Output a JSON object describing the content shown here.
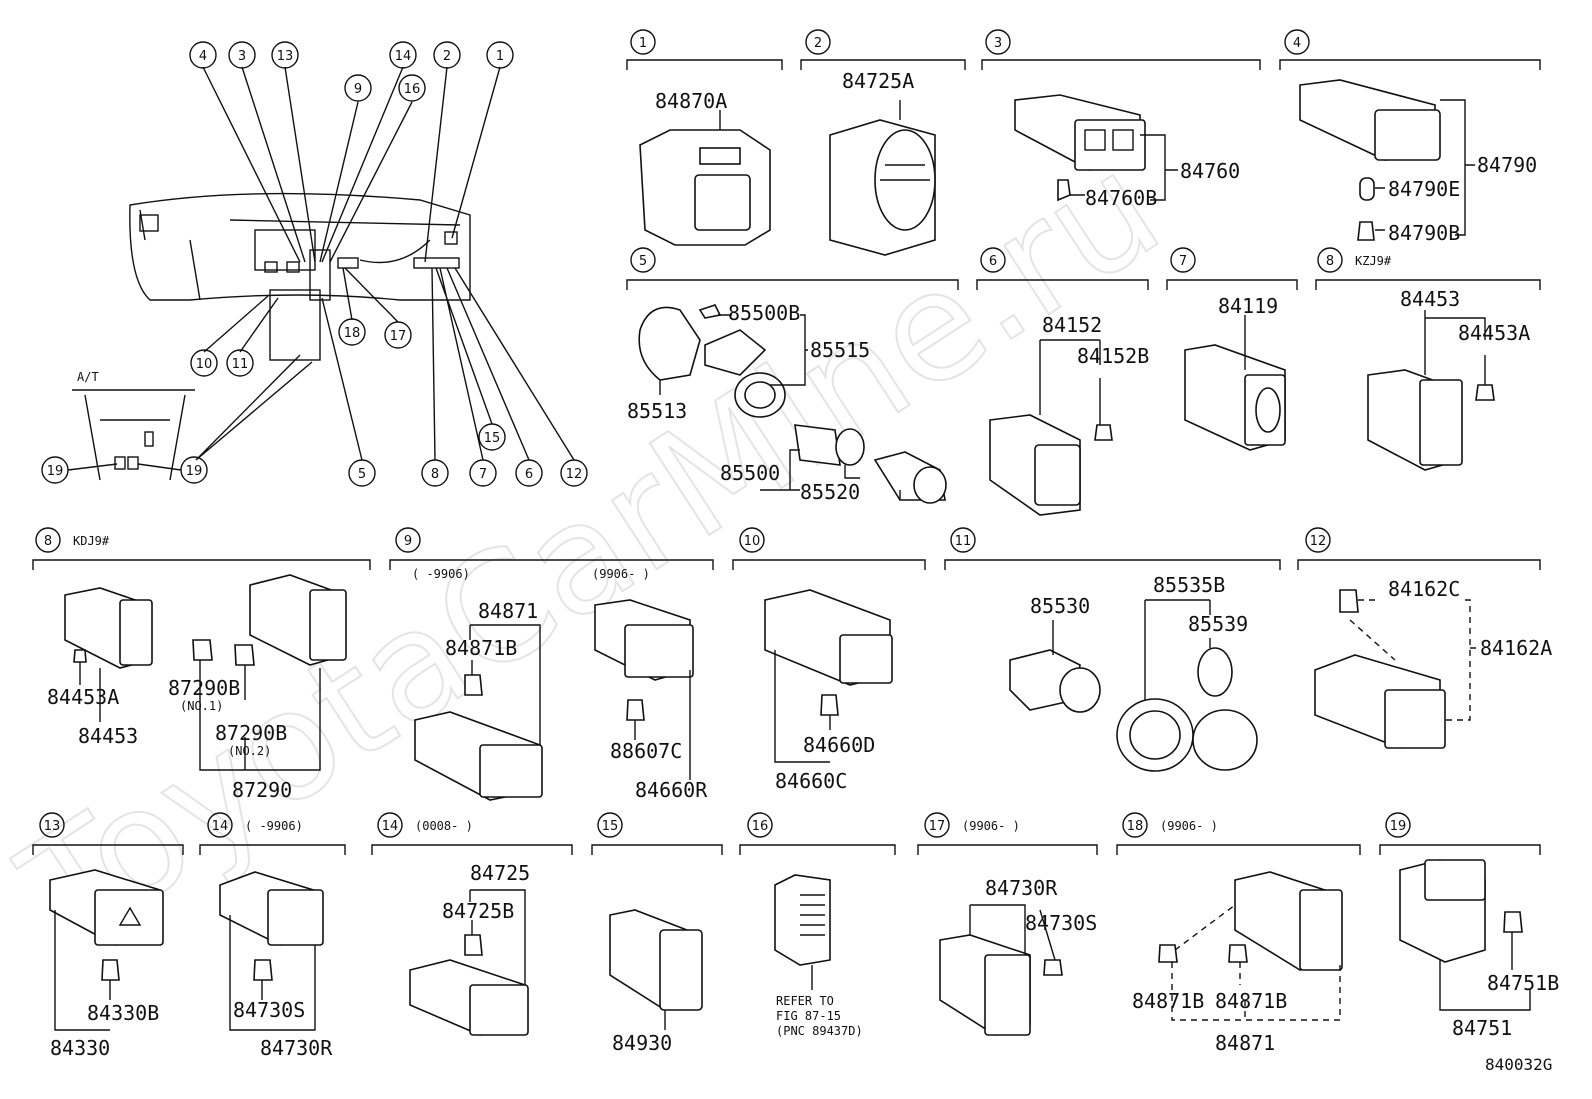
{
  "watermark": "ToyotaCarMine.ru",
  "figure_code": "840032G",
  "overview": {
    "at_label": "A/T",
    "callouts": [
      "4",
      "3",
      "13",
      "14",
      "2",
      "1",
      "9",
      "16",
      "10",
      "11",
      "18",
      "17",
      "5",
      "8",
      "7",
      "15",
      "6",
      "12",
      "19",
      "19"
    ]
  },
  "sections": [
    {
      "num": "1",
      "note": "",
      "parts": [
        "84870A"
      ]
    },
    {
      "num": "2",
      "note": "",
      "parts": [
        "84725A"
      ]
    },
    {
      "num": "3",
      "note": "",
      "parts": [
        "84760",
        "84760B"
      ]
    },
    {
      "num": "4",
      "note": "",
      "parts": [
        "84790",
        "84790E",
        "84790B"
      ]
    },
    {
      "num": "5",
      "note": "",
      "parts": [
        "85500B",
        "85515",
        "85513",
        "85500",
        "85520"
      ]
    },
    {
      "num": "6",
      "note": "",
      "parts": [
        "84152",
        "84152B"
      ]
    },
    {
      "num": "7",
      "note": "",
      "parts": [
        "84119"
      ]
    },
    {
      "num": "8",
      "note": "KZJ9#",
      "parts": [
        "84453",
        "84453A"
      ]
    },
    {
      "num": "8",
      "note": "KDJ9#",
      "parts": [
        "84453A",
        "84453",
        "87290B",
        "87290B",
        "87290"
      ],
      "subnotes": [
        "(NO.1)",
        "(NO.2)"
      ]
    },
    {
      "num": "9",
      "note": "",
      "variants": [
        "(      -9906)",
        "(9906-      )"
      ],
      "parts": [
        "84871",
        "84871B",
        "88607C",
        "84660R"
      ]
    },
    {
      "num": "10",
      "note": "",
      "parts": [
        "84660D",
        "84660C"
      ]
    },
    {
      "num": "11",
      "note": "",
      "parts": [
        "85530",
        "85535B",
        "85539"
      ]
    },
    {
      "num": "12",
      "note": "",
      "parts": [
        "84162C",
        "84162A"
      ]
    },
    {
      "num": "13",
      "note": "",
      "parts": [
        "84330B",
        "84330"
      ]
    },
    {
      "num": "14",
      "note": "(      -9906)",
      "parts": [
        "84730S",
        "84730R"
      ]
    },
    {
      "num": "14",
      "note": "(0008-      )",
      "parts": [
        "84725",
        "84725B"
      ]
    },
    {
      "num": "15",
      "note": "",
      "parts": [
        "84930"
      ]
    },
    {
      "num": "16",
      "note": "",
      "refer": [
        "REFER TO",
        "FIG 87-15",
        "(PNC 89437D)"
      ]
    },
    {
      "num": "17",
      "note": "(9906-      )",
      "parts": [
        "84730R",
        "84730S"
      ]
    },
    {
      "num": "18",
      "note": "(9906-      )",
      "parts": [
        "84871B",
        "84871B",
        "84871"
      ]
    },
    {
      "num": "19",
      "note": "",
      "parts": [
        "84751B",
        "84751"
      ]
    }
  ]
}
